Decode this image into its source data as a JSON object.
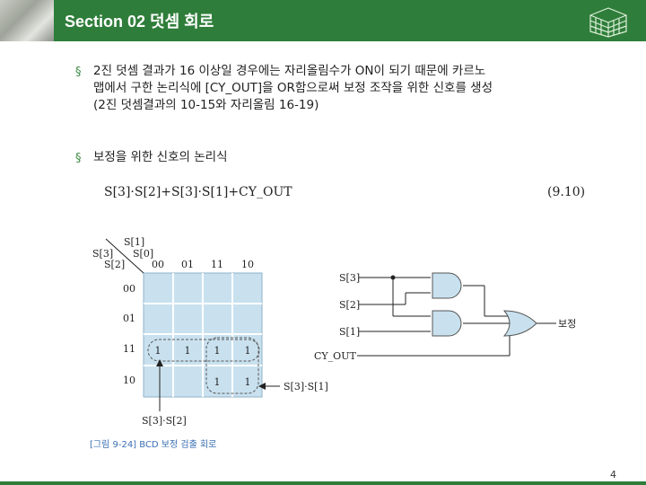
{
  "header": {
    "title": "Section 02 덧셈 회로"
  },
  "bullets": [
    {
      "lines": [
        "2진 덧셈 결과가 16 이상일 경우에는 자리올림수가 ON이 되기 때문에 카르노",
        "맵에서 구한 논리식에 [CY_OUT]을 OR함으로써 보정 조작을 위한 신호를 생성",
        "(2진 덧셈결과의 10-15와 자리올림 16-19)"
      ]
    },
    {
      "lines": [
        "보정을 위한 신호의 논리식"
      ]
    }
  ],
  "formula": {
    "text": "S[3]·S[2]+S[3]·S[1]+CY_OUT",
    "number": "(9.10)"
  },
  "kmap": {
    "corner_top_labels": [
      "S[1]",
      "S[0]"
    ],
    "corner_left_labels": [
      "S[3]",
      "S[2]"
    ],
    "col_labels": [
      "00",
      "01",
      "11",
      "10"
    ],
    "row_labels": [
      "00",
      "01",
      "11",
      "10"
    ],
    "cells": [
      [
        "",
        "",
        "",
        ""
      ],
      [
        "",
        "",
        "",
        ""
      ],
      [
        "1",
        "1",
        "1",
        "1"
      ],
      [
        "",
        "",
        "1",
        "1"
      ]
    ],
    "annotation_bottom": "S[3]·S[2]",
    "annotation_right": "S[3]·S[1]"
  },
  "circuit": {
    "inputs": [
      "S[3]",
      "S[2]",
      "S[1]",
      "CY_OUT"
    ],
    "output_label": "보정"
  },
  "caption": "[그림 9-24] BCD 보정 검출 회로",
  "page_number": "4",
  "colors": {
    "header": "#2f7d3a",
    "kmap_fill": "#c9e1ef",
    "caption": "#3a6fb3"
  }
}
